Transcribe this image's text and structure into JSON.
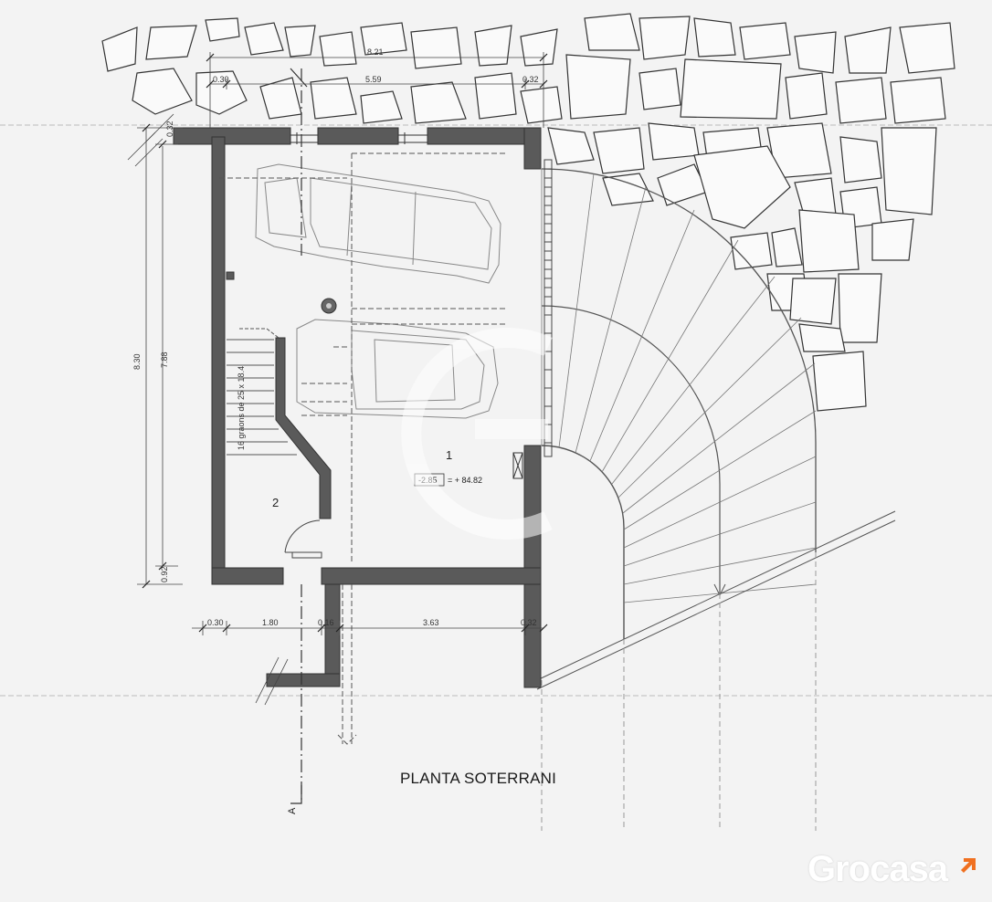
{
  "plan": {
    "title": "PLANTA SOTERRANI",
    "dimensions": {
      "overall_width": "8.21",
      "inner_width": "5.59",
      "left_wall": "0.30",
      "right_wall": "0.32",
      "top_wall": "0.32",
      "overall_depth": "8.30",
      "inner_depth": "7.88",
      "bottom_wall": "0.92",
      "bottom_left_wall": "0.30",
      "stair_width": "1.80",
      "partition": "0.16",
      "room_width": "3.63",
      "bottom_right_wall": "0.32"
    },
    "stair_label": "16 graons de 25 x 18.4",
    "rooms": [
      {
        "number": "1",
        "level": "-2.85",
        "elevation": "= + 84.82"
      },
      {
        "number": "2"
      }
    ],
    "section_marker": "A"
  },
  "watermark": {
    "text": "Grocasa",
    "accent_color": "#f07020"
  },
  "colors": {
    "wall": "#5a5a5a",
    "line": "#444444",
    "background": "#f3f3f3"
  }
}
